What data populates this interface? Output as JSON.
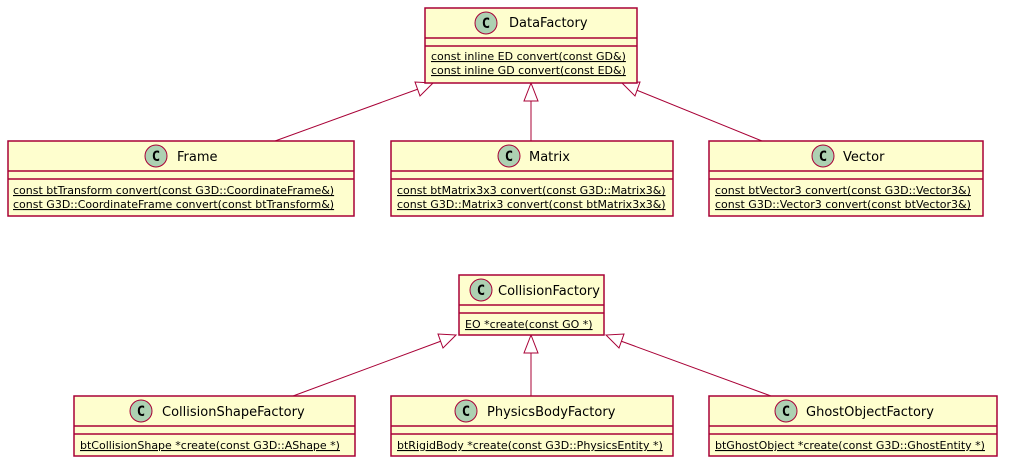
{
  "classes": {
    "data_factory": {
      "badge": "C",
      "name": "DataFactory",
      "methods": [
        "const inline ED convert(const GD&)",
        "const inline GD convert(const ED&)"
      ]
    },
    "frame": {
      "badge": "C",
      "name": "Frame",
      "methods": [
        "const btTransform convert(const G3D::CoordinateFrame&)",
        "const G3D::CoordinateFrame convert(const btTransform&)"
      ]
    },
    "matrix": {
      "badge": "C",
      "name": "Matrix",
      "methods": [
        "const btMatrix3x3 convert(const G3D::Matrix3&)",
        "const G3D::Matrix3 convert(const btMatrix3x3&)"
      ]
    },
    "vector": {
      "badge": "C",
      "name": "Vector",
      "methods": [
        "const btVector3 convert(const G3D::Vector3&)",
        "const G3D::Vector3 convert(const btVector3&)"
      ]
    },
    "collision_factory": {
      "badge": "C",
      "name": "CollisionFactory",
      "methods": [
        "EO *create(const GO *)"
      ]
    },
    "collision_shape_factory": {
      "badge": "C",
      "name": "CollisionShapeFactory",
      "methods": [
        "btCollisionShape *create(const G3D::AShape *)"
      ]
    },
    "physics_body_factory": {
      "badge": "C",
      "name": "PhysicsBodyFactory",
      "methods": [
        "btRigidBody *create(const G3D::PhysicsEntity *)"
      ]
    },
    "ghost_object_factory": {
      "badge": "C",
      "name": "GhostObjectFactory",
      "methods": [
        "btGhostObject *create(const G3D::GhostEntity *)"
      ]
    }
  },
  "colors": {
    "box_fill": "#FEFECE",
    "border": "#A80036",
    "badge_fill": "#ADD1B2"
  },
  "relations": [
    {
      "from": "frame",
      "to": "data_factory",
      "kind": "inheritance"
    },
    {
      "from": "matrix",
      "to": "data_factory",
      "kind": "inheritance"
    },
    {
      "from": "vector",
      "to": "data_factory",
      "kind": "inheritance"
    },
    {
      "from": "collision_shape_factory",
      "to": "collision_factory",
      "kind": "inheritance"
    },
    {
      "from": "physics_body_factory",
      "to": "collision_factory",
      "kind": "inheritance"
    },
    {
      "from": "ghost_object_factory",
      "to": "collision_factory",
      "kind": "inheritance"
    }
  ]
}
